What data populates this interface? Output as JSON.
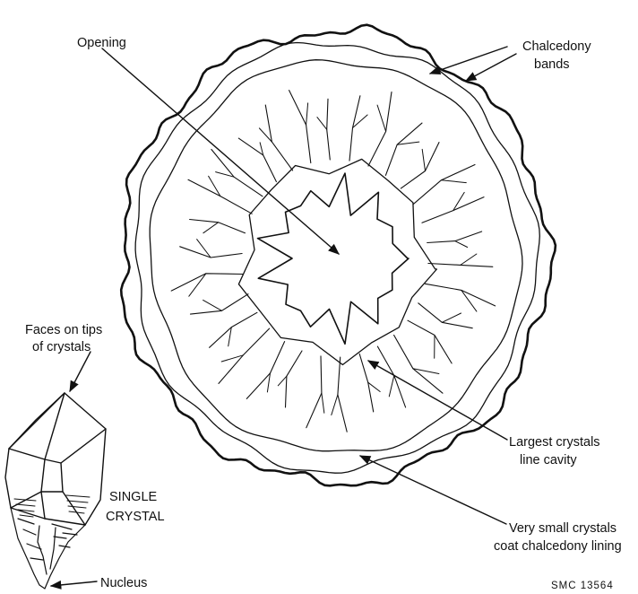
{
  "labels": {
    "opening": "Opening",
    "chalcedony_1": "Chalcedony",
    "chalcedony_2": "bands",
    "faces_1": "Faces on tips",
    "faces_2": "of crystals",
    "single_1": "SINGLE",
    "single_2": "CRYSTAL",
    "largest_1": "Largest crystals",
    "largest_2": "line cavity",
    "small_1": "Very small crystals",
    "small_2": "coat chalcedony lining",
    "nucleus": "Nucleus",
    "figure_id": "SMC  13564"
  },
  "colors": {
    "ink": "#111111",
    "background": "#ffffff"
  }
}
